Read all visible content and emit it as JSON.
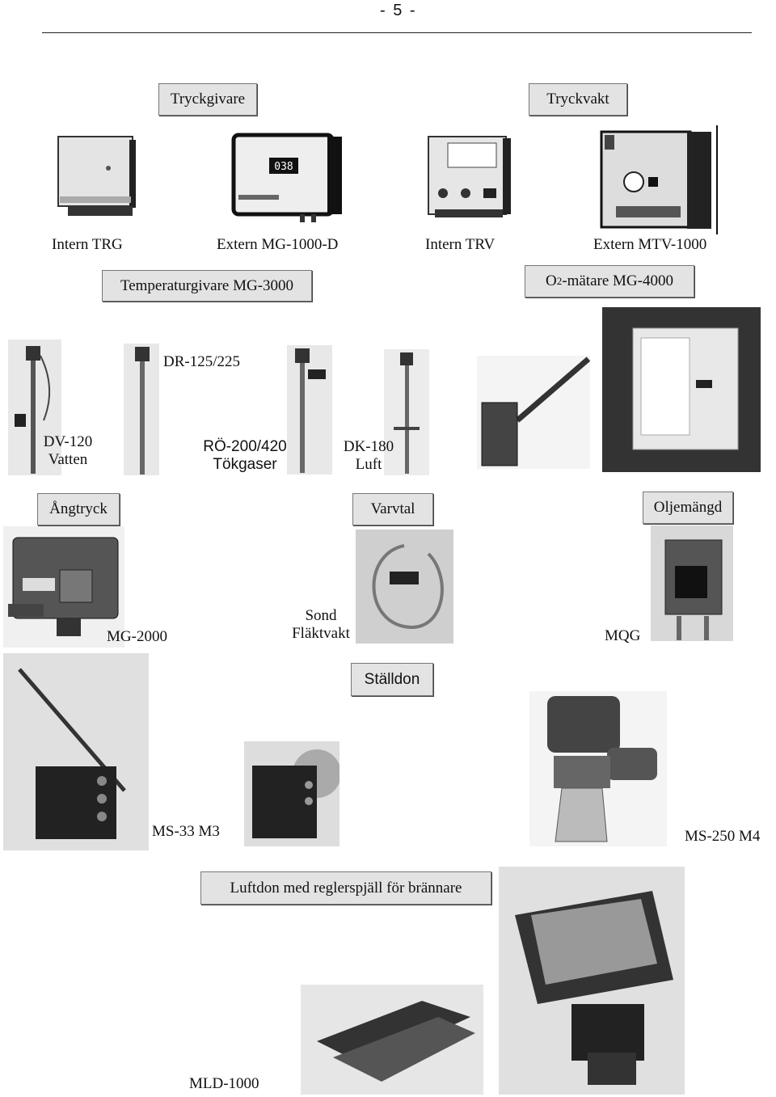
{
  "page_number": "- 5 -",
  "headings": {
    "tryckgivare": "Tryckgivare",
    "tryckvakt": "Tryckvakt",
    "temperaturgivare": "Temperaturgivare MG-3000",
    "o2_prefix": "O",
    "o2_sub": "2",
    "o2_suffix": "-mätare MG-4000",
    "angtryck": "Ångtryck",
    "varvtal": "Varvtal",
    "oljemangd": "Oljemängd",
    "stalldon": "Ställdon",
    "luftdon": "Luftdon med reglerspjäll för brännare"
  },
  "labels": {
    "intern_trg": "Intern TRG",
    "extern_mg1000d": "Extern MG-1000-D",
    "intern_trv": "Intern TRV",
    "extern_mtv1000": "Extern MTV-1000",
    "dr125": "DR-125/225",
    "dv120_line1": "DV-120",
    "dv120_line2": "Vatten",
    "ro200_line1": "RÖ-200/420",
    "ro200_line2": "Tökgaser",
    "dk180_line1": "DK-180",
    "dk180_line2": "Luft",
    "mg2000": "MG-2000",
    "sond_line1": "Sond",
    "sond_line2": "Fläktvakt",
    "mqg": "MQG",
    "ms33": "MS-33 M3",
    "ms250": "MS-250 M4",
    "mld1000": "MLD-1000"
  },
  "device_display": "038"
}
